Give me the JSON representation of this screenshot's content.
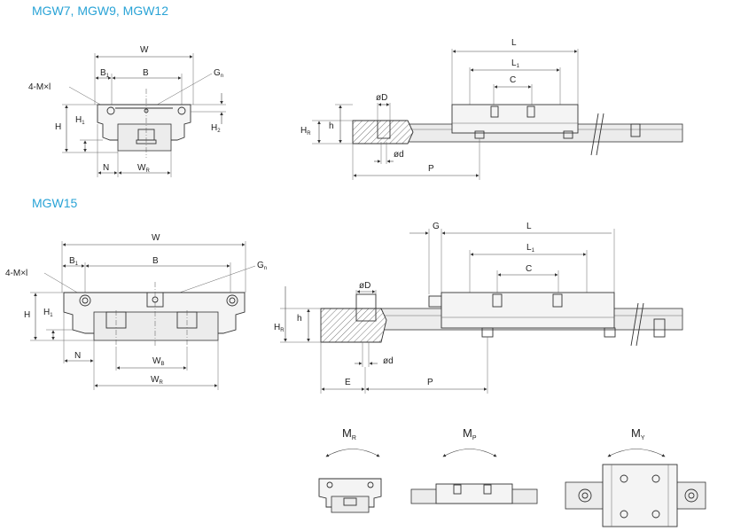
{
  "sections": {
    "small": {
      "title": "MGW7, MGW9, MGW12"
    },
    "large": {
      "title": "MGW15"
    }
  },
  "labels": {
    "W": "W",
    "B": "B",
    "B1": "B",
    "B1_sub": "1",
    "Gn": "G",
    "Gn_sub": "n",
    "MxL": "4-M×l",
    "H": "H",
    "H1": "H",
    "H1_sub": "1",
    "H2": "H",
    "H2_sub": "2",
    "N": "N",
    "WR": "W",
    "WR_sub": "R",
    "WB": "W",
    "WB_sub": "B",
    "L": "L",
    "L1": "L",
    "L1_sub": "1",
    "C": "C",
    "D": "øD",
    "d": "ød",
    "h": "h",
    "HR": "H",
    "HR_sub": "R",
    "P": "P",
    "E": "E",
    "G": "G"
  },
  "moments": {
    "MR": {
      "main": "M",
      "sub": "R"
    },
    "MP": {
      "main": "M",
      "sub": "P"
    },
    "MY": {
      "main": "M",
      "sub": "Y"
    }
  }
}
